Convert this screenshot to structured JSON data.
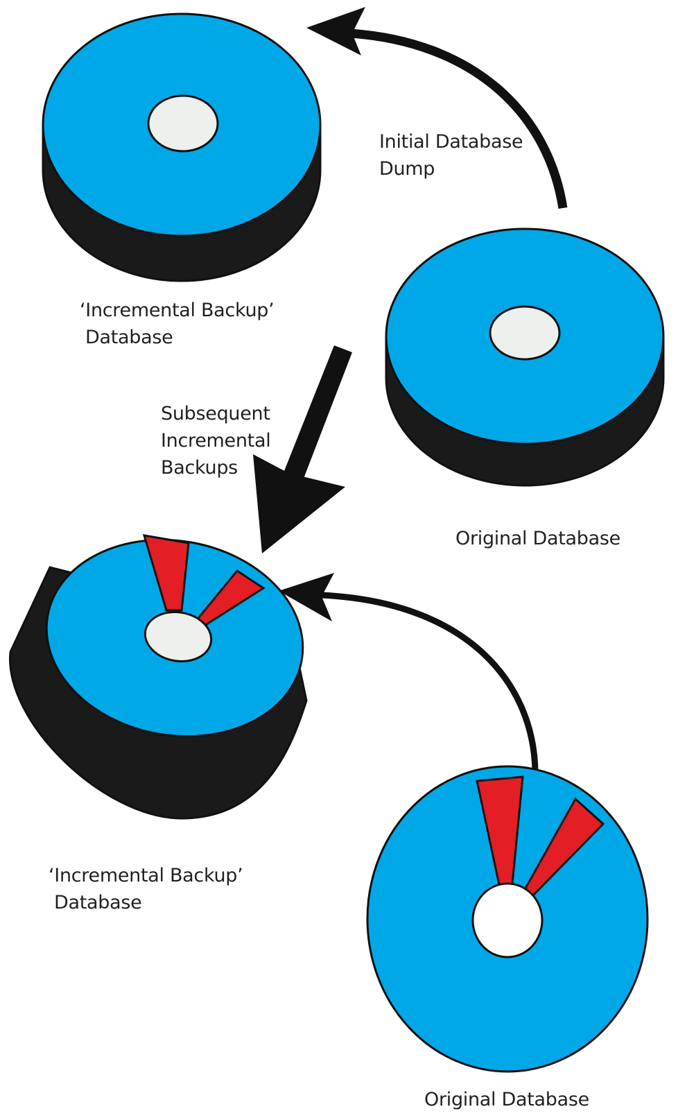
{
  "colors": {
    "disk_blue": "#00a8e8",
    "disk_body": "#1a1a1a",
    "hub": "#eef0ee",
    "hub_white": "#ffffff",
    "changed_block": "#e31e24",
    "outline": "#111111",
    "text": "#231f20"
  },
  "icons": {
    "disk": "database-disk-icon",
    "arrow": "curved-arrow-icon"
  },
  "labels": {
    "initial_dump_line1": "Initial Database",
    "initial_dump_line2": "Dump",
    "backup_db_top_line1": "‘Incremental Backup’",
    "backup_db_top_line2": "Database",
    "subsequent_line1": "Subsequent",
    "subsequent_line2": "Incremental",
    "subsequent_line3": "Backups",
    "original_db_top": "Original Database",
    "backup_db_bottom_line1": "‘Incremental Backup’",
    "backup_db_bottom_line2": "Database",
    "original_db_bottom": "Original Database"
  }
}
